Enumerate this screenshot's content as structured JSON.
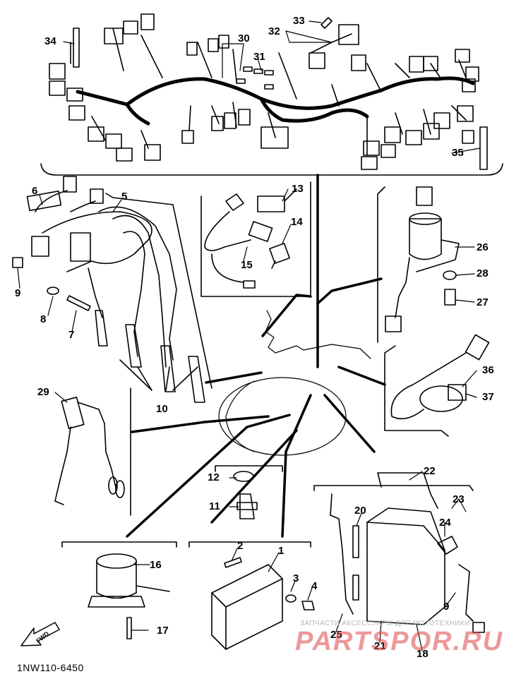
{
  "callouts": [
    "1",
    "2",
    "3",
    "4",
    "5",
    "6",
    "7",
    "8",
    "9",
    "10",
    "11",
    "12",
    "13",
    "14",
    "15",
    "16",
    "17",
    "18",
    "20",
    "21",
    "22",
    "23",
    "24",
    "25",
    "26",
    "27",
    "28",
    "29",
    "30",
    "31",
    "32",
    "33",
    "34",
    "35",
    "36",
    "37",
    "9"
  ],
  "fwd_label": "FWD",
  "drawing_code": "1NW110-6450",
  "watermark": {
    "small": "ЗАПЧАСТИ АКСЕССУАРЫ ДЛЯ МОТОТЕХНИКИ",
    "big": "PARTSPOR.RU"
  }
}
